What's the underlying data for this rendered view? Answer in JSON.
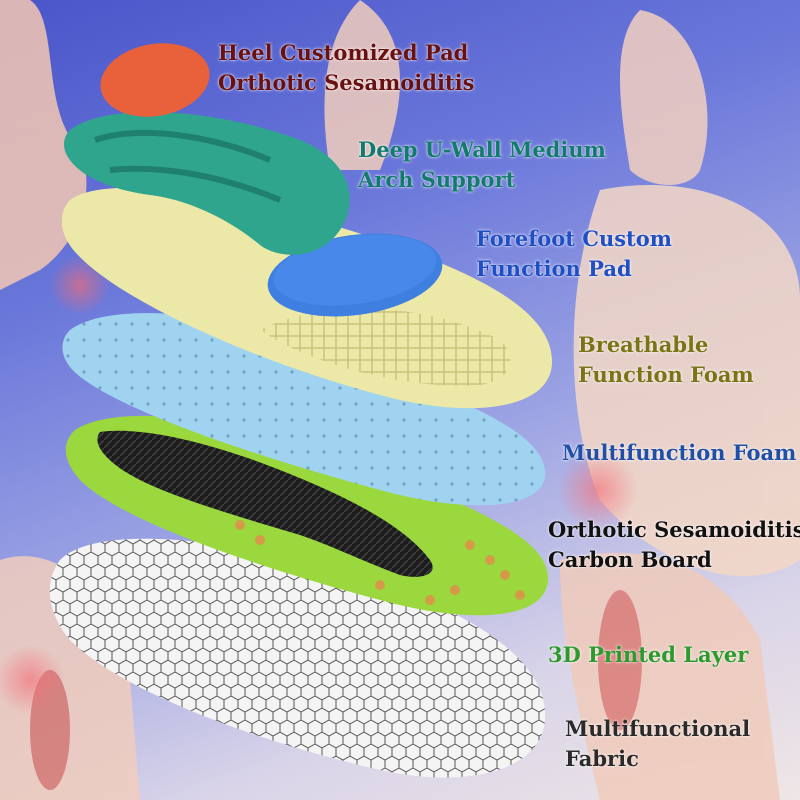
{
  "colors": {
    "heel_pad": "#e8613a",
    "arch_support": "#2fa58e",
    "forefoot_pad": "#3f7fe0",
    "breathable_foam": "#ece9a8",
    "multifunction_foam": "#9fd3ef",
    "carbon_board_base": "#9ad83e",
    "carbon_fiber": "#1c1c1c",
    "fabric": "#f4f4f4"
  },
  "labels": [
    {
      "id": "heel-pad",
      "lines": [
        "Heel Customized Pad",
        "Orthotic Sesamoiditis"
      ],
      "color": "#6a1010"
    },
    {
      "id": "arch-support",
      "lines": [
        "Deep U-Wall Medium",
        "Arch Support"
      ],
      "color": "#127a6e"
    },
    {
      "id": "forefoot-pad",
      "lines": [
        "Forefoot Custom",
        "Function Pad"
      ],
      "color": "#1f4fc4"
    },
    {
      "id": "breathable-foam",
      "lines": [
        "Breathable",
        "Function Foam"
      ],
      "color": "#7a7414"
    },
    {
      "id": "multifunction-foam",
      "lines": [
        "Multifunction Foam"
      ],
      "color": "#1f4fa6"
    },
    {
      "id": "carbon-board",
      "lines": [
        "Orthotic Sesamoiditis",
        "Carbon Board"
      ],
      "color": "#111111"
    },
    {
      "id": "printed-layer",
      "lines": [
        "3D Printed Layer"
      ],
      "color": "#2c9a2c"
    },
    {
      "id": "fabric",
      "lines": [
        "Multifunctional",
        "Fabric"
      ],
      "color": "#2a2a2a"
    }
  ]
}
